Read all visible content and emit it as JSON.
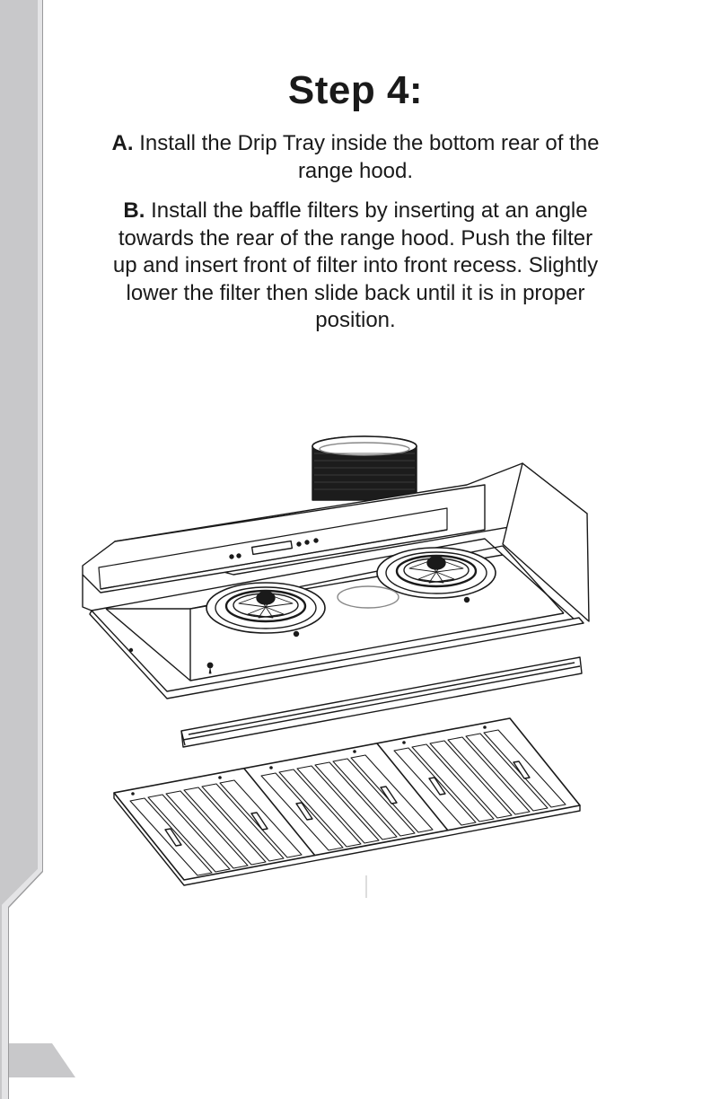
{
  "step": {
    "title": "Step 4:"
  },
  "instructions": [
    {
      "letter": "A.",
      "text": " Install the Drip Tray inside the bottom rear of the range hood."
    },
    {
      "letter": "B.",
      "text": " Install the baffle filters by inserting at an angle towards the rear of the range hood. Push the filter up and insert front of filter into front recess. Slightly lower the filter then slide back until it is in proper position."
    }
  ],
  "colors": {
    "side_band": "#c8c8ca",
    "line_art": "#1a1a1a"
  },
  "illustration": {
    "subject": "range hood with drip tray and three baffle filters (exploded view)",
    "filter_count": 3
  }
}
